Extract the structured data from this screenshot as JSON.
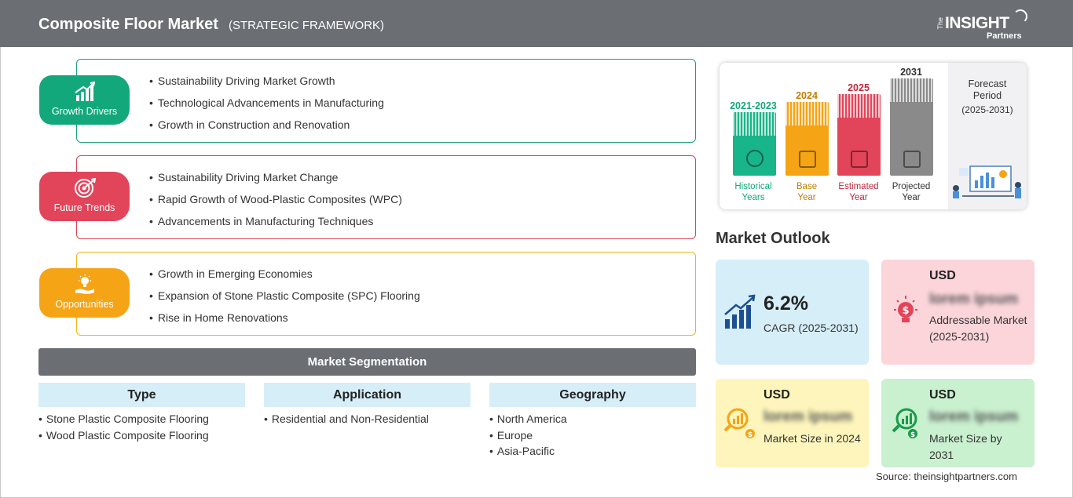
{
  "header": {
    "title": "Composite Floor Market",
    "subtitle": "(STRATEGIC FRAMEWORK)",
    "logo": {
      "the": "The",
      "insight": "INSIGHT",
      "partners": "Partners"
    }
  },
  "framework": {
    "growth_drivers": {
      "label": "Growth Drivers",
      "items": [
        "Sustainability Driving Market Growth",
        "Technological Advancements in Manufacturing",
        "Growth in Construction and Renovation"
      ]
    },
    "future_trends": {
      "label": "Future Trends",
      "items": [
        "Sustainability Driving Market Change",
        "Rapid Growth of Wood-Plastic Composites (WPC)",
        "Advancements in Manufacturing Techniques"
      ]
    },
    "opportunities": {
      "label": "Opportunities",
      "items": [
        "Growth in Emerging Economies",
        "Expansion of Stone Plastic Composite (SPC) Flooring",
        "Rise in Home Renovations"
      ]
    }
  },
  "segmentation": {
    "title": "Market Segmentation",
    "columns": [
      {
        "header": "Type",
        "items": [
          "Stone Plastic Composite Flooring",
          "Wood Plastic Composite Flooring"
        ]
      },
      {
        "header": "Application",
        "items": [
          "Residential and Non-Residential"
        ]
      },
      {
        "header": "Geography",
        "items": [
          "North America",
          "Europe",
          "Asia-Pacific"
        ]
      }
    ]
  },
  "timeline": {
    "historical": {
      "year": "2021-2023",
      "label_1": "Historical",
      "label_2": "Years",
      "color": "#19b58a"
    },
    "base": {
      "year": "2024",
      "label_1": "Base",
      "label_2": "Year",
      "color": "#f5a415"
    },
    "estimated": {
      "year": "2025",
      "label_1": "Estimated",
      "label_2": "Year",
      "color": "#e2455a"
    },
    "projected": {
      "year": "2031",
      "label_1": "Projected",
      "label_2": "Year",
      "color": "#8a8a8a"
    },
    "forecast_label": "Forecast Period",
    "forecast_range": "(2025-2031)"
  },
  "outlook": {
    "title": "Market Outlook",
    "cagr": {
      "value": "6.2%",
      "label": "CAGR (2025-2031)"
    },
    "addressable": {
      "currency": "USD",
      "value": "lorem ipsum",
      "label": "Addressable Market (2025-2031)"
    },
    "size_2024": {
      "currency": "USD",
      "value": "lorem ipsum",
      "label": "Market Size in 2024"
    },
    "size_2031": {
      "currency": "USD",
      "value": "lorem ipsum",
      "label": "Market Size by 2031"
    }
  },
  "source": "Source: theinsightpartners.com"
}
